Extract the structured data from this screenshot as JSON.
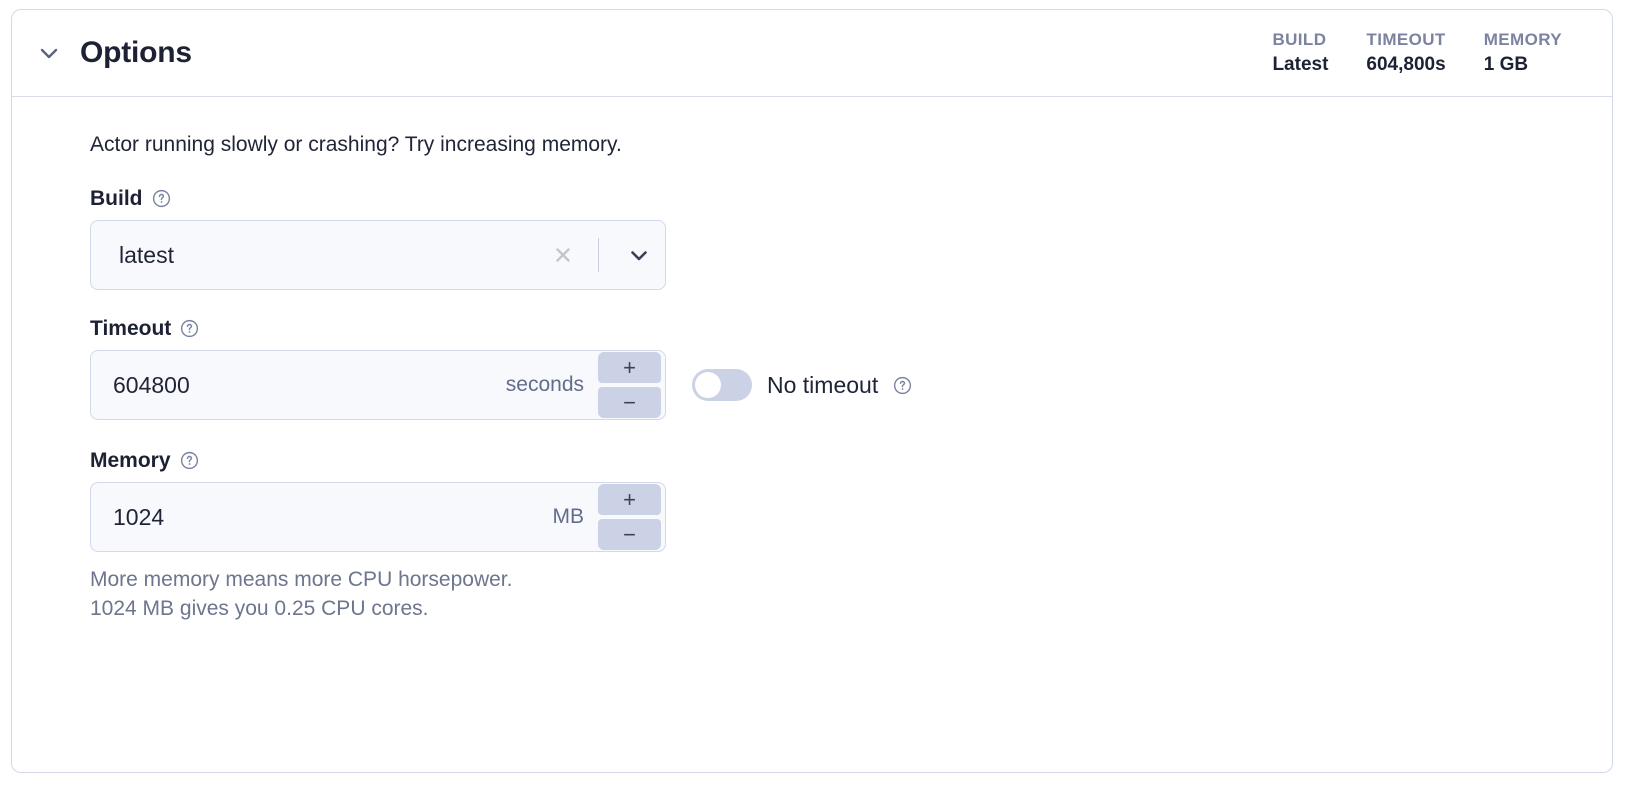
{
  "panel": {
    "title": "Options",
    "collapse_icon": "chevron-down-icon",
    "stats": [
      {
        "label": "BUILD",
        "value": "Latest"
      },
      {
        "label": "TIMEOUT",
        "value": "604,800s"
      },
      {
        "label": "MEMORY",
        "value": "1 GB"
      }
    ],
    "intro": "Actor running slowly or crashing? Try increasing memory."
  },
  "build": {
    "label": "Build",
    "help_icon": "help-circle-icon",
    "value": "latest",
    "clear_icon": "close-icon",
    "dropdown_icon": "chevron-down-icon"
  },
  "timeout": {
    "label": "Timeout",
    "help_icon": "help-circle-icon",
    "value": "604800",
    "unit": "seconds",
    "increment_label": "+",
    "decrement_label": "−",
    "no_timeout_label": "No timeout",
    "no_timeout_checked": false,
    "no_timeout_help_icon": "help-circle-icon"
  },
  "memory": {
    "label": "Memory",
    "help_icon": "help-circle-icon",
    "value": "1024",
    "unit": "MB",
    "increment_label": "+",
    "decrement_label": "−",
    "helper_line1": "More memory means more CPU horsepower.",
    "helper_line2": "1024 MB gives you 0.25 CPU cores."
  },
  "colors": {
    "border": "#d3d8ea",
    "field_bg": "#f8f9fc",
    "stepper_bg": "#ccd2e6",
    "muted_text": "#6d758f",
    "stat_label": "#7b83a0",
    "text": "#1f2437"
  }
}
